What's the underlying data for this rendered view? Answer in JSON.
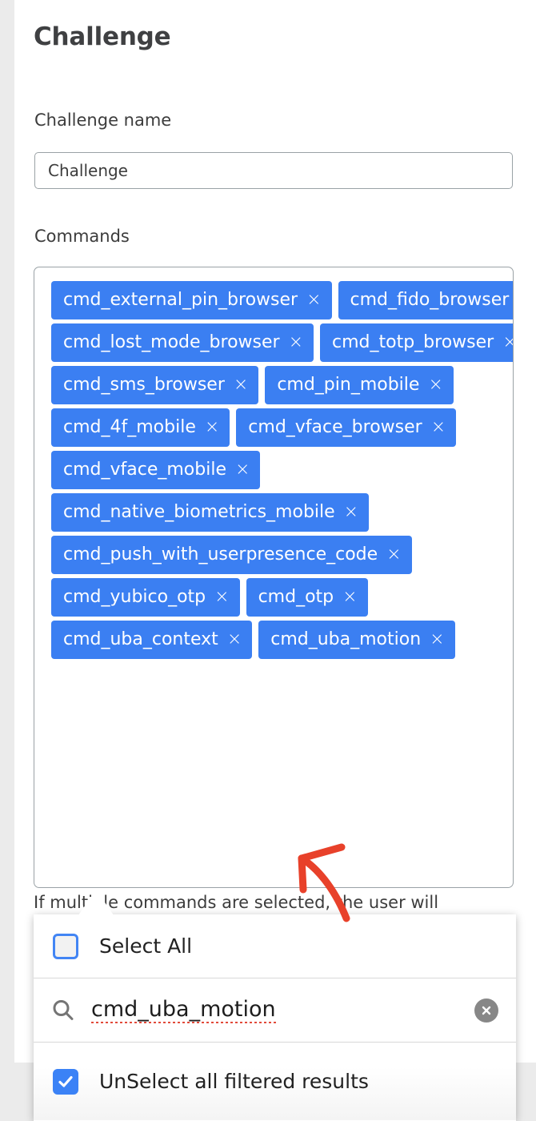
{
  "page": {
    "title": "Challenge"
  },
  "form": {
    "challenge_name": {
      "label": "Challenge name",
      "value": "Challenge",
      "placeholder": "Challenge"
    },
    "commands": {
      "label": "Commands",
      "chips": [
        {
          "label": "cmd_external_pin_browser",
          "remove": "×"
        },
        {
          "label": "cmd_fido_browser",
          "remove": "×"
        },
        {
          "label": "cmd_lost_mode_browser",
          "remove": "×"
        },
        {
          "label": "cmd_totp_browser",
          "remove": "×"
        },
        {
          "label": "cmd_sms_browser",
          "remove": "×"
        },
        {
          "label": "cmd_pin_mobile",
          "remove": "×"
        },
        {
          "label": "cmd_4f_mobile",
          "remove": "×"
        },
        {
          "label": "cmd_vface_browser",
          "remove": "×"
        },
        {
          "label": "cmd_vface_mobile",
          "remove": "×"
        },
        {
          "label": "cmd_native_biometrics_mobile",
          "remove": "×"
        },
        {
          "label": "cmd_push_with_userpresence_code",
          "remove": "×"
        },
        {
          "label": "cmd_yubico_otp",
          "remove": "×"
        },
        {
          "label": "cmd_otp",
          "remove": "×"
        },
        {
          "label": "cmd_uba_context",
          "remove": "×"
        },
        {
          "label": "cmd_uba_motion",
          "remove": "×"
        }
      ]
    },
    "helper_text": "If multiple commands are selected, the user will"
  },
  "dropdown": {
    "select_all": {
      "label": "Select All",
      "checked": false
    },
    "search": {
      "icon": "search-icon",
      "value": "cmd_uba_motion",
      "clear_icon": "close-icon"
    },
    "unselect_filtered": {
      "label": "UnSelect all filtered results",
      "checked": true
    }
  },
  "annotation": {
    "type": "arrow",
    "color": "#e8412a"
  },
  "colors": {
    "chip_blue": "#3b7ff2",
    "checkbox_blue": "#3b82f6",
    "checkbox_border_blue": "#4285f4",
    "clear_button_grey": "#878787",
    "annotation_red": "#e8412a",
    "page_background": "#ebebeb",
    "card_background": "#ffffff",
    "border_grey": "#9aa2a6",
    "text_dark": "#3c3c3c"
  }
}
